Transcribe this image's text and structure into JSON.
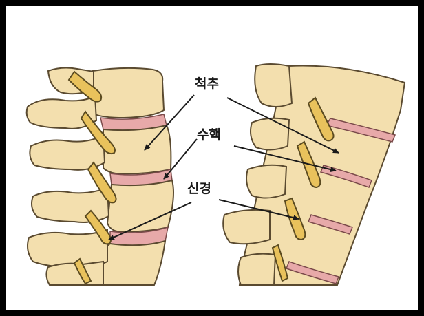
{
  "labels": {
    "vertebra": "척추",
    "nucleus": "수핵",
    "nerve": "신경"
  },
  "colors": {
    "bone": "#f3dfae",
    "bone_shadow": "#e2c68a",
    "bone_outline": "#5a4a30",
    "disc": "#e7a9a9",
    "disc_outline": "#7a4a4a",
    "nerve": "#e9c25c",
    "nerve_outline": "#5a4a20",
    "arrow": "#1a1a1a"
  }
}
